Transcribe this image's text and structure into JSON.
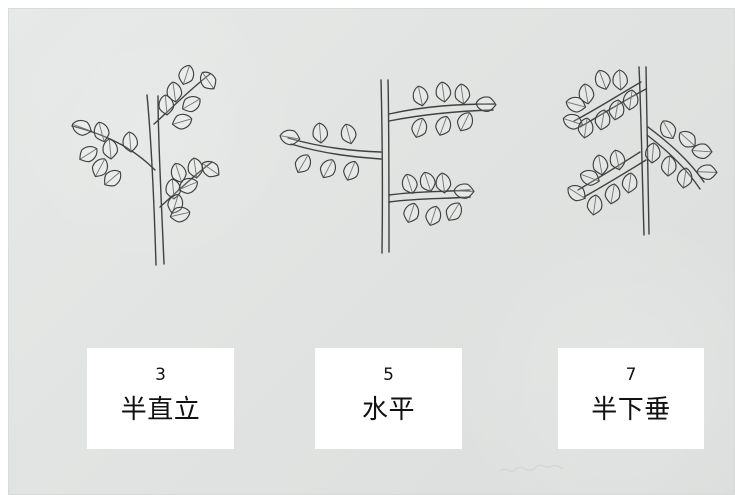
{
  "types": [
    {
      "number": "3",
      "label": "半直立"
    },
    {
      "number": "5",
      "label": "水平"
    },
    {
      "number": "7",
      "label": "半下垂"
    }
  ],
  "icons": {
    "illustrations": [
      "semi-upright-branch-icon",
      "horizontal-branch-icon",
      "semi-drooping-branch-icon"
    ]
  },
  "colors": {
    "background": "#e2e4e3",
    "line": "#3f4141",
    "label_background": "#ffffff",
    "text": "#111111"
  }
}
